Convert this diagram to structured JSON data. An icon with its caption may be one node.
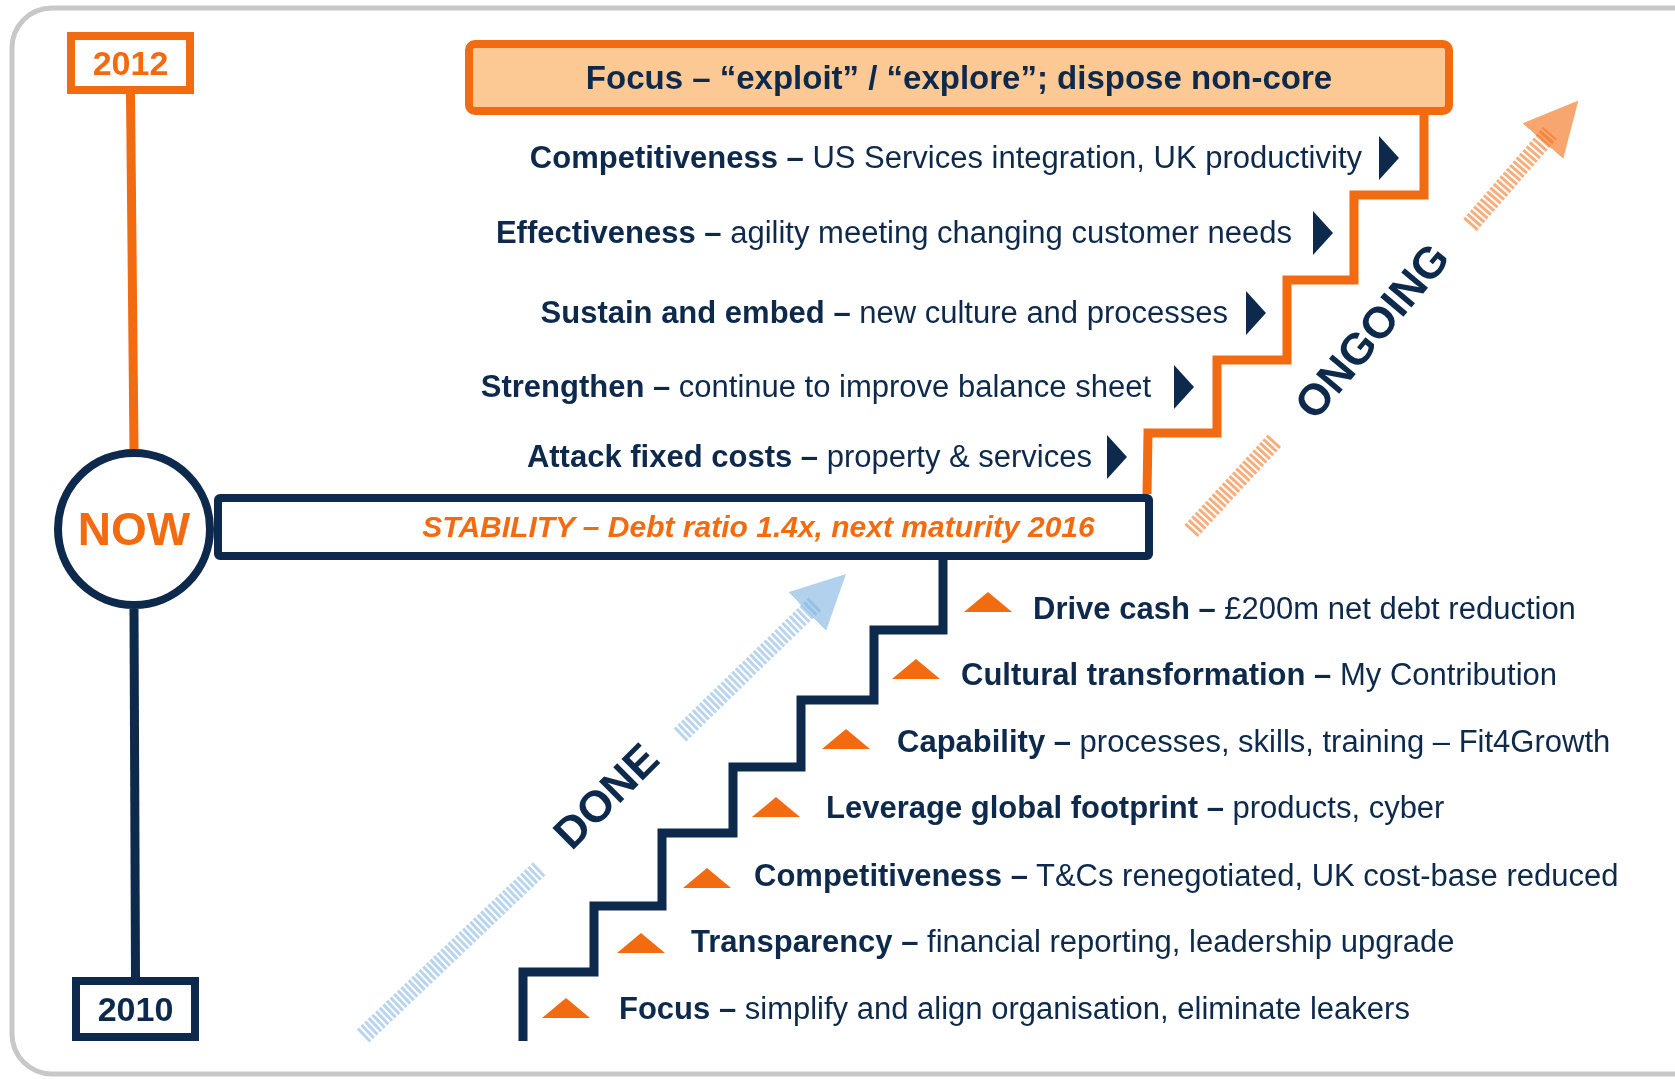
{
  "diagram": {
    "nodes": [
      {
        "text": [
          "2012"
        ]
      },
      {
        "text": [
          "Focus – “exploit” / “explore”; dispose non-core"
        ]
      },
      {
        "text": [
          "NOW"
        ]
      },
      {
        "text": [
          "STABILITY – Debt ratio 1.4x, next maturity 2016"
        ]
      },
      {
        "text": [
          "2010"
        ]
      }
    ],
    "edges": [
      {
        "from": 0,
        "to": 2,
        "arrow": "none",
        "color": "#f26b10"
      },
      {
        "from": 2,
        "to": 4,
        "arrow": "none",
        "color": "#0d2a4c"
      },
      {
        "from": 3,
        "to": 1,
        "arrow": "none",
        "color": "#f26b10"
      },
      {
        "from": 3,
        "to": null,
        "arrow": "none",
        "color": "#0d2a4c"
      }
    ],
    "labels": [
      "**Competitiveness –** US Services integration, UK productivity",
      "**Effectiveness –** agility meeting changing customer needs",
      "**Sustain and embed –** new culture and processes",
      "**Strengthen –** continue to improve balance sheet",
      "**Attack fixed costs –** property & services",
      "ONGOING",
      "**Drive cash –** £200m net debt reduction",
      "**Cultural transformation –** My Contribution",
      "**Capability –** processes, skills, training – Fit4Growth",
      "**Leverage global footprint –** products, cyber",
      "**Competitiveness –** T&Cs renegotiated, UK cost-base reduced",
      "**Transparency –** financial reporting, leadership upgrade",
      "**Focus –** simplify and align organisation, eliminate leakers",
      "DONE"
    ]
  }
}
